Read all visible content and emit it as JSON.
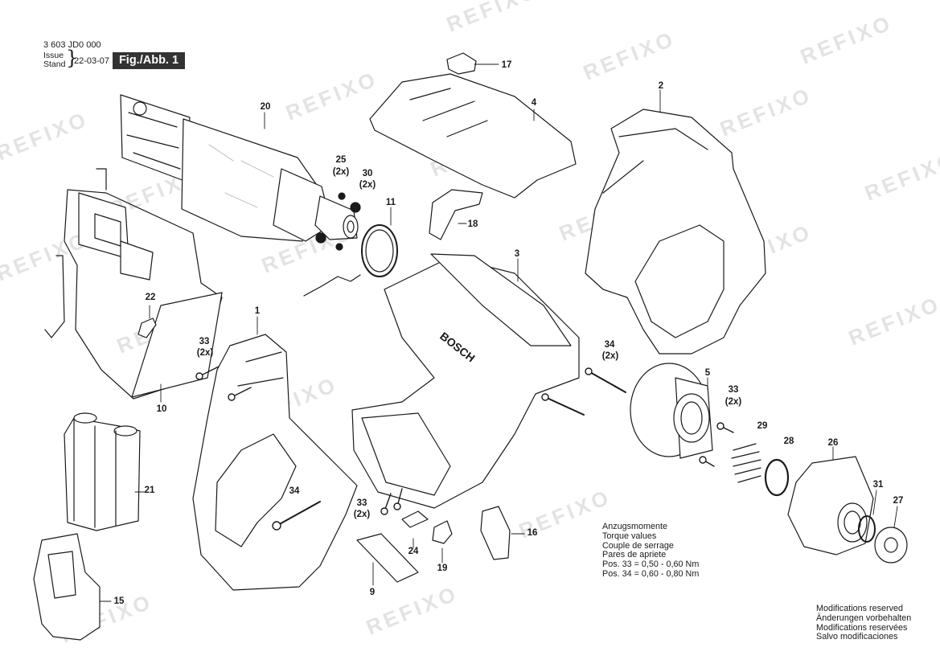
{
  "header": {
    "doc_number": "3 603 JD0 000",
    "issue_label": "Issue",
    "stand_label": "Stand",
    "issue_date": "22-03-07",
    "figure_label": "Fig./Abb. 1"
  },
  "watermark_text": "REFIXO",
  "brand_text": "BOSCH",
  "part_labels": [
    "1",
    "2",
    "3",
    "4",
    "5",
    "9",
    "10",
    "11",
    "15",
    "16",
    "17",
    "18",
    "19",
    "20",
    "21",
    "22",
    "24",
    "25",
    "26",
    "27",
    "28",
    "29",
    "30",
    "31",
    "33",
    "34"
  ],
  "quantity_label": "(2x)",
  "torque_notes": {
    "lines": [
      "Anzugsmomente",
      "Torque values",
      "Couple de serrage",
      "Pares de apriete",
      "Pos. 33 = 0,50 - 0,60 Nm",
      "Pos. 34 = 0,60 - 0,80 Nm"
    ]
  },
  "modifications_notes": {
    "lines": [
      "Modifications reserved",
      "Änderungen vorbehalten",
      "Modifications reservées",
      "Salvo modificaciones"
    ]
  },
  "colors": {
    "line": "#1a1a1a",
    "fill": "#ffffff",
    "shade": "#c8c8c8",
    "watermark": "#e3e3e3",
    "figure_label_bg": "#333333"
  }
}
